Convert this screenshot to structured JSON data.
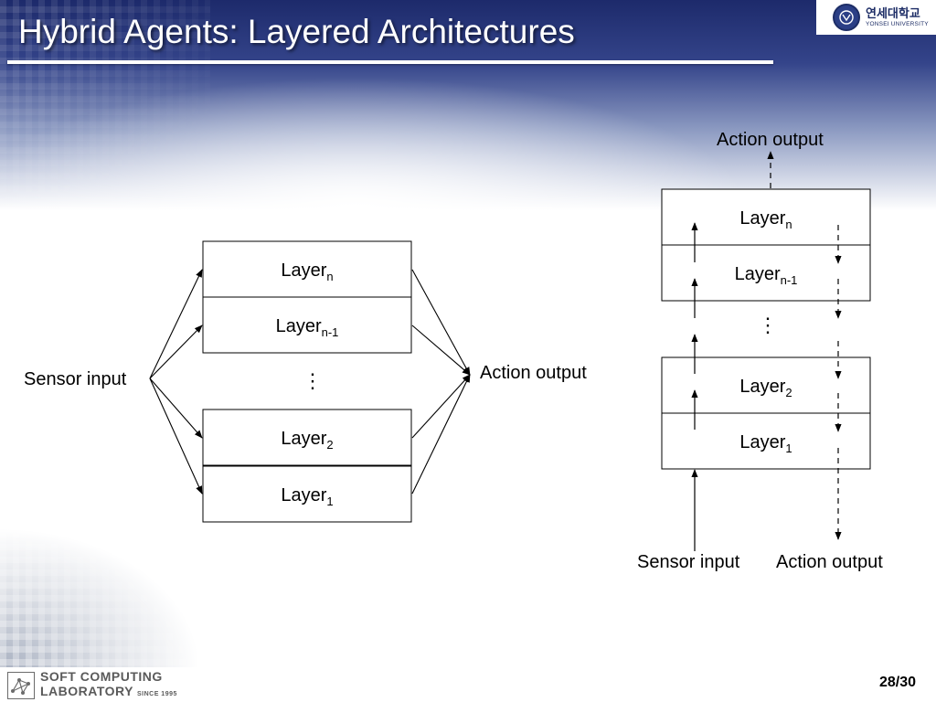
{
  "slide": {
    "title": "Hybrid Agents: Layered Architectures",
    "page": "28/30"
  },
  "university": {
    "name_korean": "연세대학교",
    "name_english": "YONSEI UNIVERSITY"
  },
  "lab": {
    "line1": "SOFT COMPUTING",
    "line2": "LABORATORY",
    "since": "SINCE 1995"
  },
  "diagram_horizontal": {
    "input_label": "Sensor input",
    "output_label": "Action output",
    "layer_base": "Layer",
    "layers": [
      {
        "sub": "n"
      },
      {
        "sub": "n-1"
      },
      {
        "sub": "2"
      },
      {
        "sub": "1"
      }
    ],
    "ellipsis": "⋮"
  },
  "diagram_vertical": {
    "top_output_label": "Action output",
    "bottom_input_label": "Sensor input",
    "bottom_output_label": "Action output",
    "layer_base": "Layer",
    "layers": [
      {
        "sub": "n"
      },
      {
        "sub": "n-1"
      },
      {
        "sub": "2"
      },
      {
        "sub": "1"
      }
    ],
    "ellipsis": "⋮"
  },
  "colors": {
    "header_dark": "#1d2a6b",
    "header_mid": "#34448a",
    "diagram_stroke": "#000000",
    "footer_text": "#5a5a5a"
  }
}
